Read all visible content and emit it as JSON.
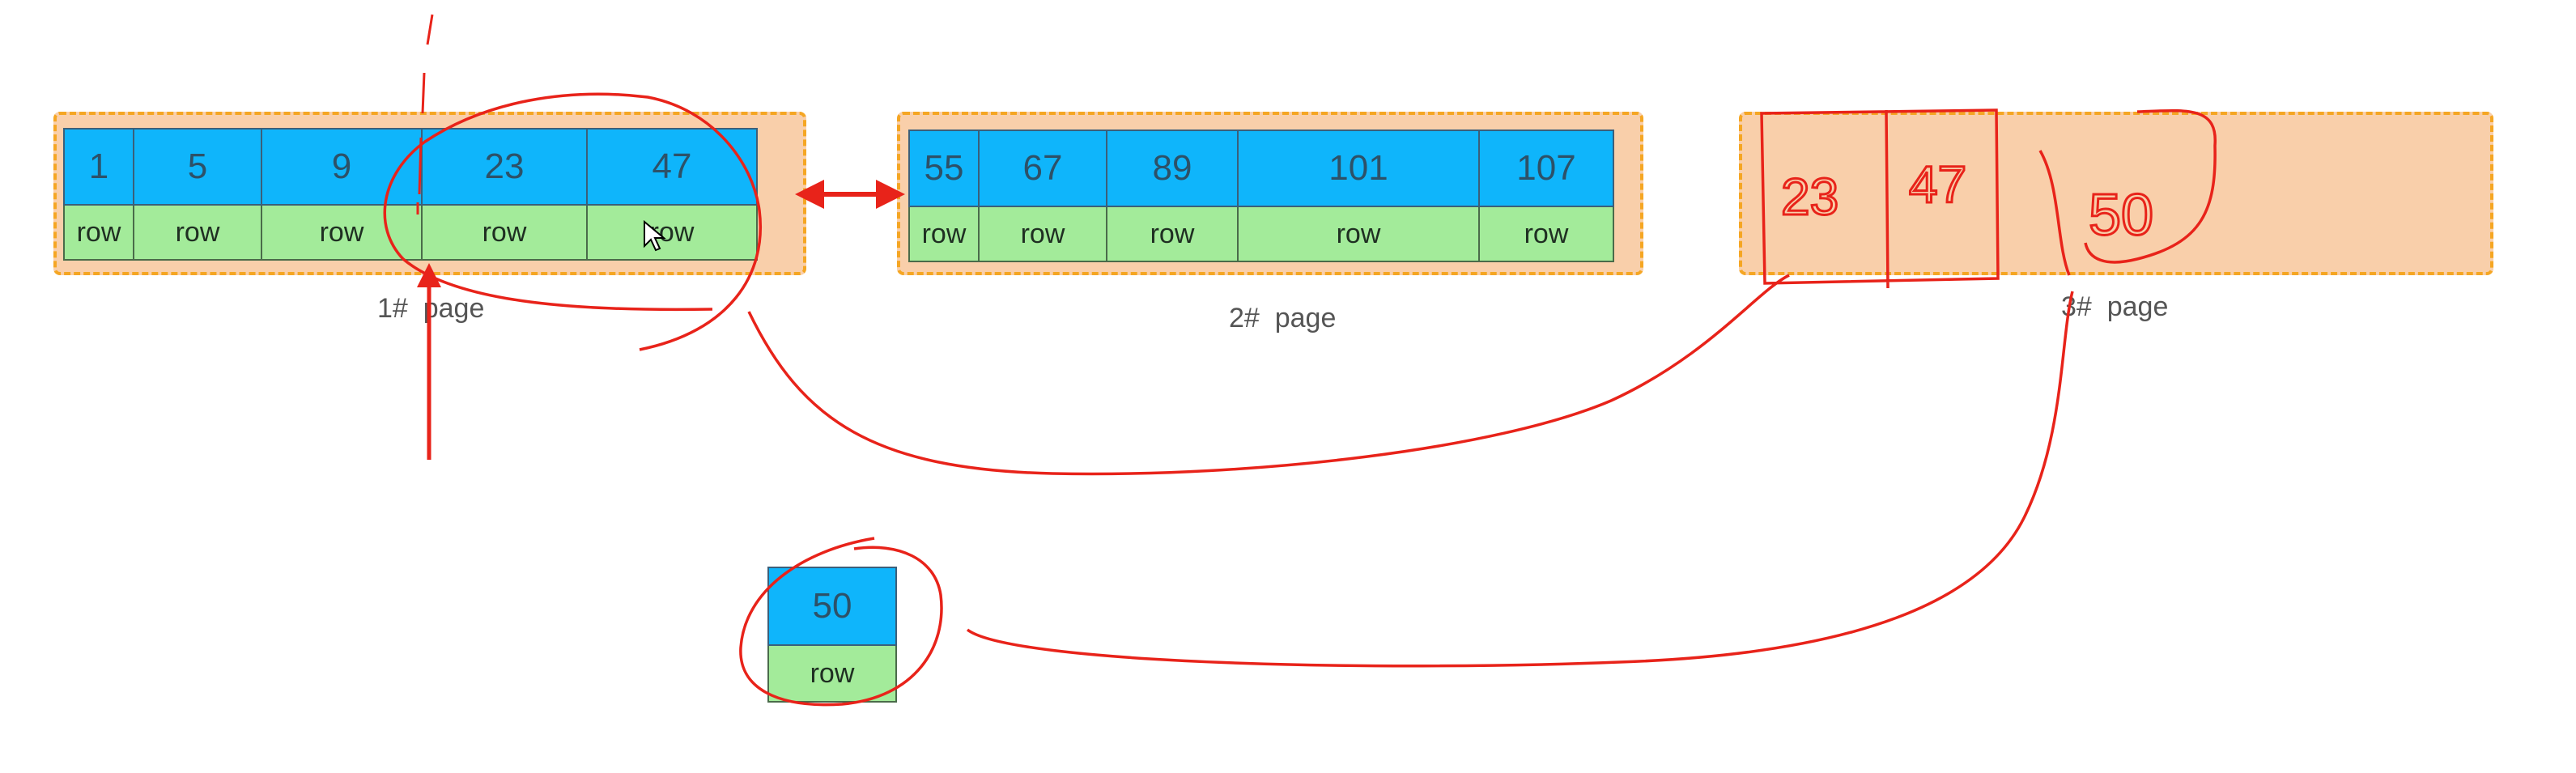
{
  "pages": [
    {
      "caption": "1#  page",
      "records": [
        {
          "key": "1",
          "row": "row"
        },
        {
          "key": "5",
          "row": "row"
        },
        {
          "key": "9",
          "row": "row"
        },
        {
          "key": "23",
          "row": "row"
        },
        {
          "key": "47",
          "row": "row"
        }
      ]
    },
    {
      "caption": "2#  page",
      "records": [
        {
          "key": "55",
          "row": "row"
        },
        {
          "key": "67",
          "row": "row"
        },
        {
          "key": "89",
          "row": "row"
        },
        {
          "key": "101",
          "row": "row"
        },
        {
          "key": "107",
          "row": "row"
        }
      ]
    },
    {
      "caption": "3#  page",
      "handwritten": [
        "23",
        "47",
        "50"
      ]
    }
  ],
  "new_record": {
    "key": "50",
    "row": "row"
  },
  "colors": {
    "page_bg": "#f9cfaa",
    "page_border": "#f5a623",
    "key_cell": "#0fb5fb",
    "row_cell": "#a3eb9a",
    "annotation": "#e8231a"
  }
}
